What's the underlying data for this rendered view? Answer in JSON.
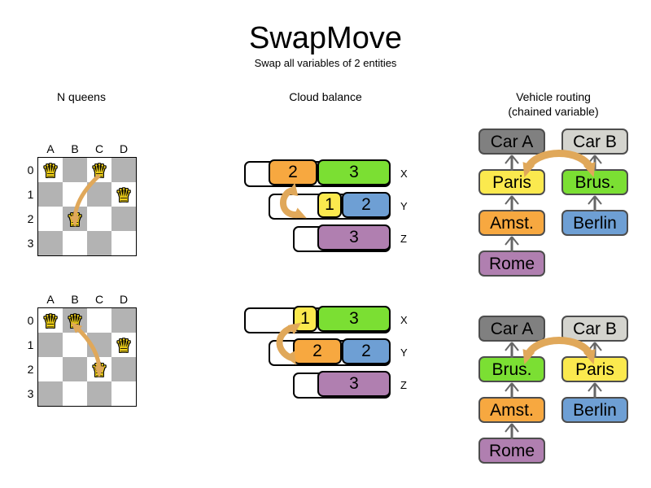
{
  "header": {
    "title": "SwapMove",
    "subtitle": "Swap all variables of 2 entities"
  },
  "sections": {
    "nqueens": {
      "heading": "N queens"
    },
    "cloud": {
      "heading": "Cloud balance"
    },
    "vrp": {
      "heading_line1": "Vehicle routing",
      "heading_line2": "(chained variable)"
    }
  },
  "colors": {
    "orange": "#f7a840",
    "green": "#7bdf33",
    "yellow": "#fbe martin",
    "yellow_fix": "#fbe94e",
    "blue": "#6e9fd4",
    "purple": "#b07fb0",
    "car_a": "#808080",
    "car_b": "#d4d4ce",
    "arrow": "#e0a85a",
    "board_dark": "#b3b3b3",
    "board_light": "#ffffff",
    "queen": "#f2d219"
  },
  "nqueens": {
    "files": [
      "A",
      "B",
      "C",
      "D"
    ],
    "ranks": [
      "0",
      "1",
      "2",
      "3"
    ],
    "boards": [
      {
        "name": "before",
        "queens": [
          {
            "file": 0,
            "rank": 0,
            "glyph": "♛"
          },
          {
            "file": 2,
            "rank": 0,
            "glyph": "♛"
          },
          {
            "file": 3,
            "rank": 1,
            "glyph": "♛"
          },
          {
            "file": 1,
            "rank": 2,
            "glyph": "♛"
          }
        ],
        "arrow": {
          "from": {
            "file": 2,
            "rank": 0
          },
          "to": {
            "file": 1,
            "rank": 2
          },
          "double": false
        }
      },
      {
        "name": "after",
        "queens": [
          {
            "file": 0,
            "rank": 0,
            "glyph": "♛"
          },
          {
            "file": 1,
            "rank": 0,
            "glyph": "♛"
          },
          {
            "file": 3,
            "rank": 1,
            "glyph": "♛"
          },
          {
            "file": 2,
            "rank": 2,
            "glyph": "♛"
          }
        ],
        "arrow": {
          "from": {
            "file": 1,
            "rank": 0
          },
          "to": {
            "file": 2,
            "rank": 2
          },
          "double": true
        }
      }
    ]
  },
  "cloud": {
    "groups": [
      {
        "name": "before",
        "rows": [
          {
            "label": "X",
            "processes": [
              {
                "value": "2",
                "color": "#f7a840",
                "width": 60
              },
              {
                "value": "3",
                "color": "#7bdf33",
                "width": 90
              }
            ],
            "empty_width": 30,
            "offset": 0
          },
          {
            "label": "Y",
            "processes": [
              {
                "value": "1",
                "color": "#fbe94e",
                "width": 30
              },
              {
                "value": "2",
                "color": "#6e9fd4",
                "width": 60
              }
            ],
            "empty_width": 60,
            "offset": 30
          },
          {
            "label": "Z",
            "processes": [
              {
                "value": "3",
                "color": "#b07fb0",
                "width": 90
              }
            ],
            "empty_width": 30,
            "offset": 60
          }
        ]
      },
      {
        "name": "after",
        "rows": [
          {
            "label": "X",
            "processes": [
              {
                "value": "1",
                "color": "#fbe94e",
                "width": 30
              },
              {
                "value": "3",
                "color": "#7bdf33",
                "width": 90
              }
            ],
            "empty_width": 60,
            "offset": 0
          },
          {
            "label": "Y",
            "processes": [
              {
                "value": "2",
                "color": "#f7a840",
                "width": 60
              },
              {
                "value": "2",
                "color": "#6e9fd4",
                "width": 60
              }
            ],
            "empty_width": 30,
            "offset": 30
          },
          {
            "label": "Z",
            "processes": [
              {
                "value": "3",
                "color": "#b07fb0",
                "width": 90
              }
            ],
            "empty_width": 30,
            "offset": 60
          }
        ]
      }
    ]
  },
  "vrp": {
    "groups": [
      {
        "name": "before",
        "chains": [
          {
            "vehicle": {
              "label": "Car A",
              "color": "#808080"
            },
            "stops": [
              {
                "label": "Paris",
                "color": "#fbe94e"
              },
              {
                "label": "Amst.",
                "color": "#f7a840"
              },
              {
                "label": "Rome",
                "color": "#b07fb0"
              }
            ]
          },
          {
            "vehicle": {
              "label": "Car B",
              "color": "#d4d4ce"
            },
            "stops": [
              {
                "label": "Brus.",
                "color": "#7bdf33"
              },
              {
                "label": "Berlin",
                "color": "#6e9fd4"
              }
            ]
          }
        ],
        "swap_arrow": {
          "left_stop_index": 0,
          "right_stop_index": 0,
          "double": false
        }
      },
      {
        "name": "after",
        "chains": [
          {
            "vehicle": {
              "label": "Car A",
              "color": "#808080"
            },
            "stops": [
              {
                "label": "Brus.",
                "color": "#7bdf33"
              },
              {
                "label": "Amst.",
                "color": "#f7a840"
              },
              {
                "label": "Rome",
                "color": "#b07fb0"
              }
            ]
          },
          {
            "vehicle": {
              "label": "Car B",
              "color": "#d4d4ce"
            },
            "stops": [
              {
                "label": "Paris",
                "color": "#fbe94e"
              },
              {
                "label": "Berlin",
                "color": "#6e9fd4"
              }
            ]
          }
        ],
        "swap_arrow": {
          "left_stop_index": 0,
          "right_stop_index": 0,
          "double": true
        }
      }
    ]
  }
}
